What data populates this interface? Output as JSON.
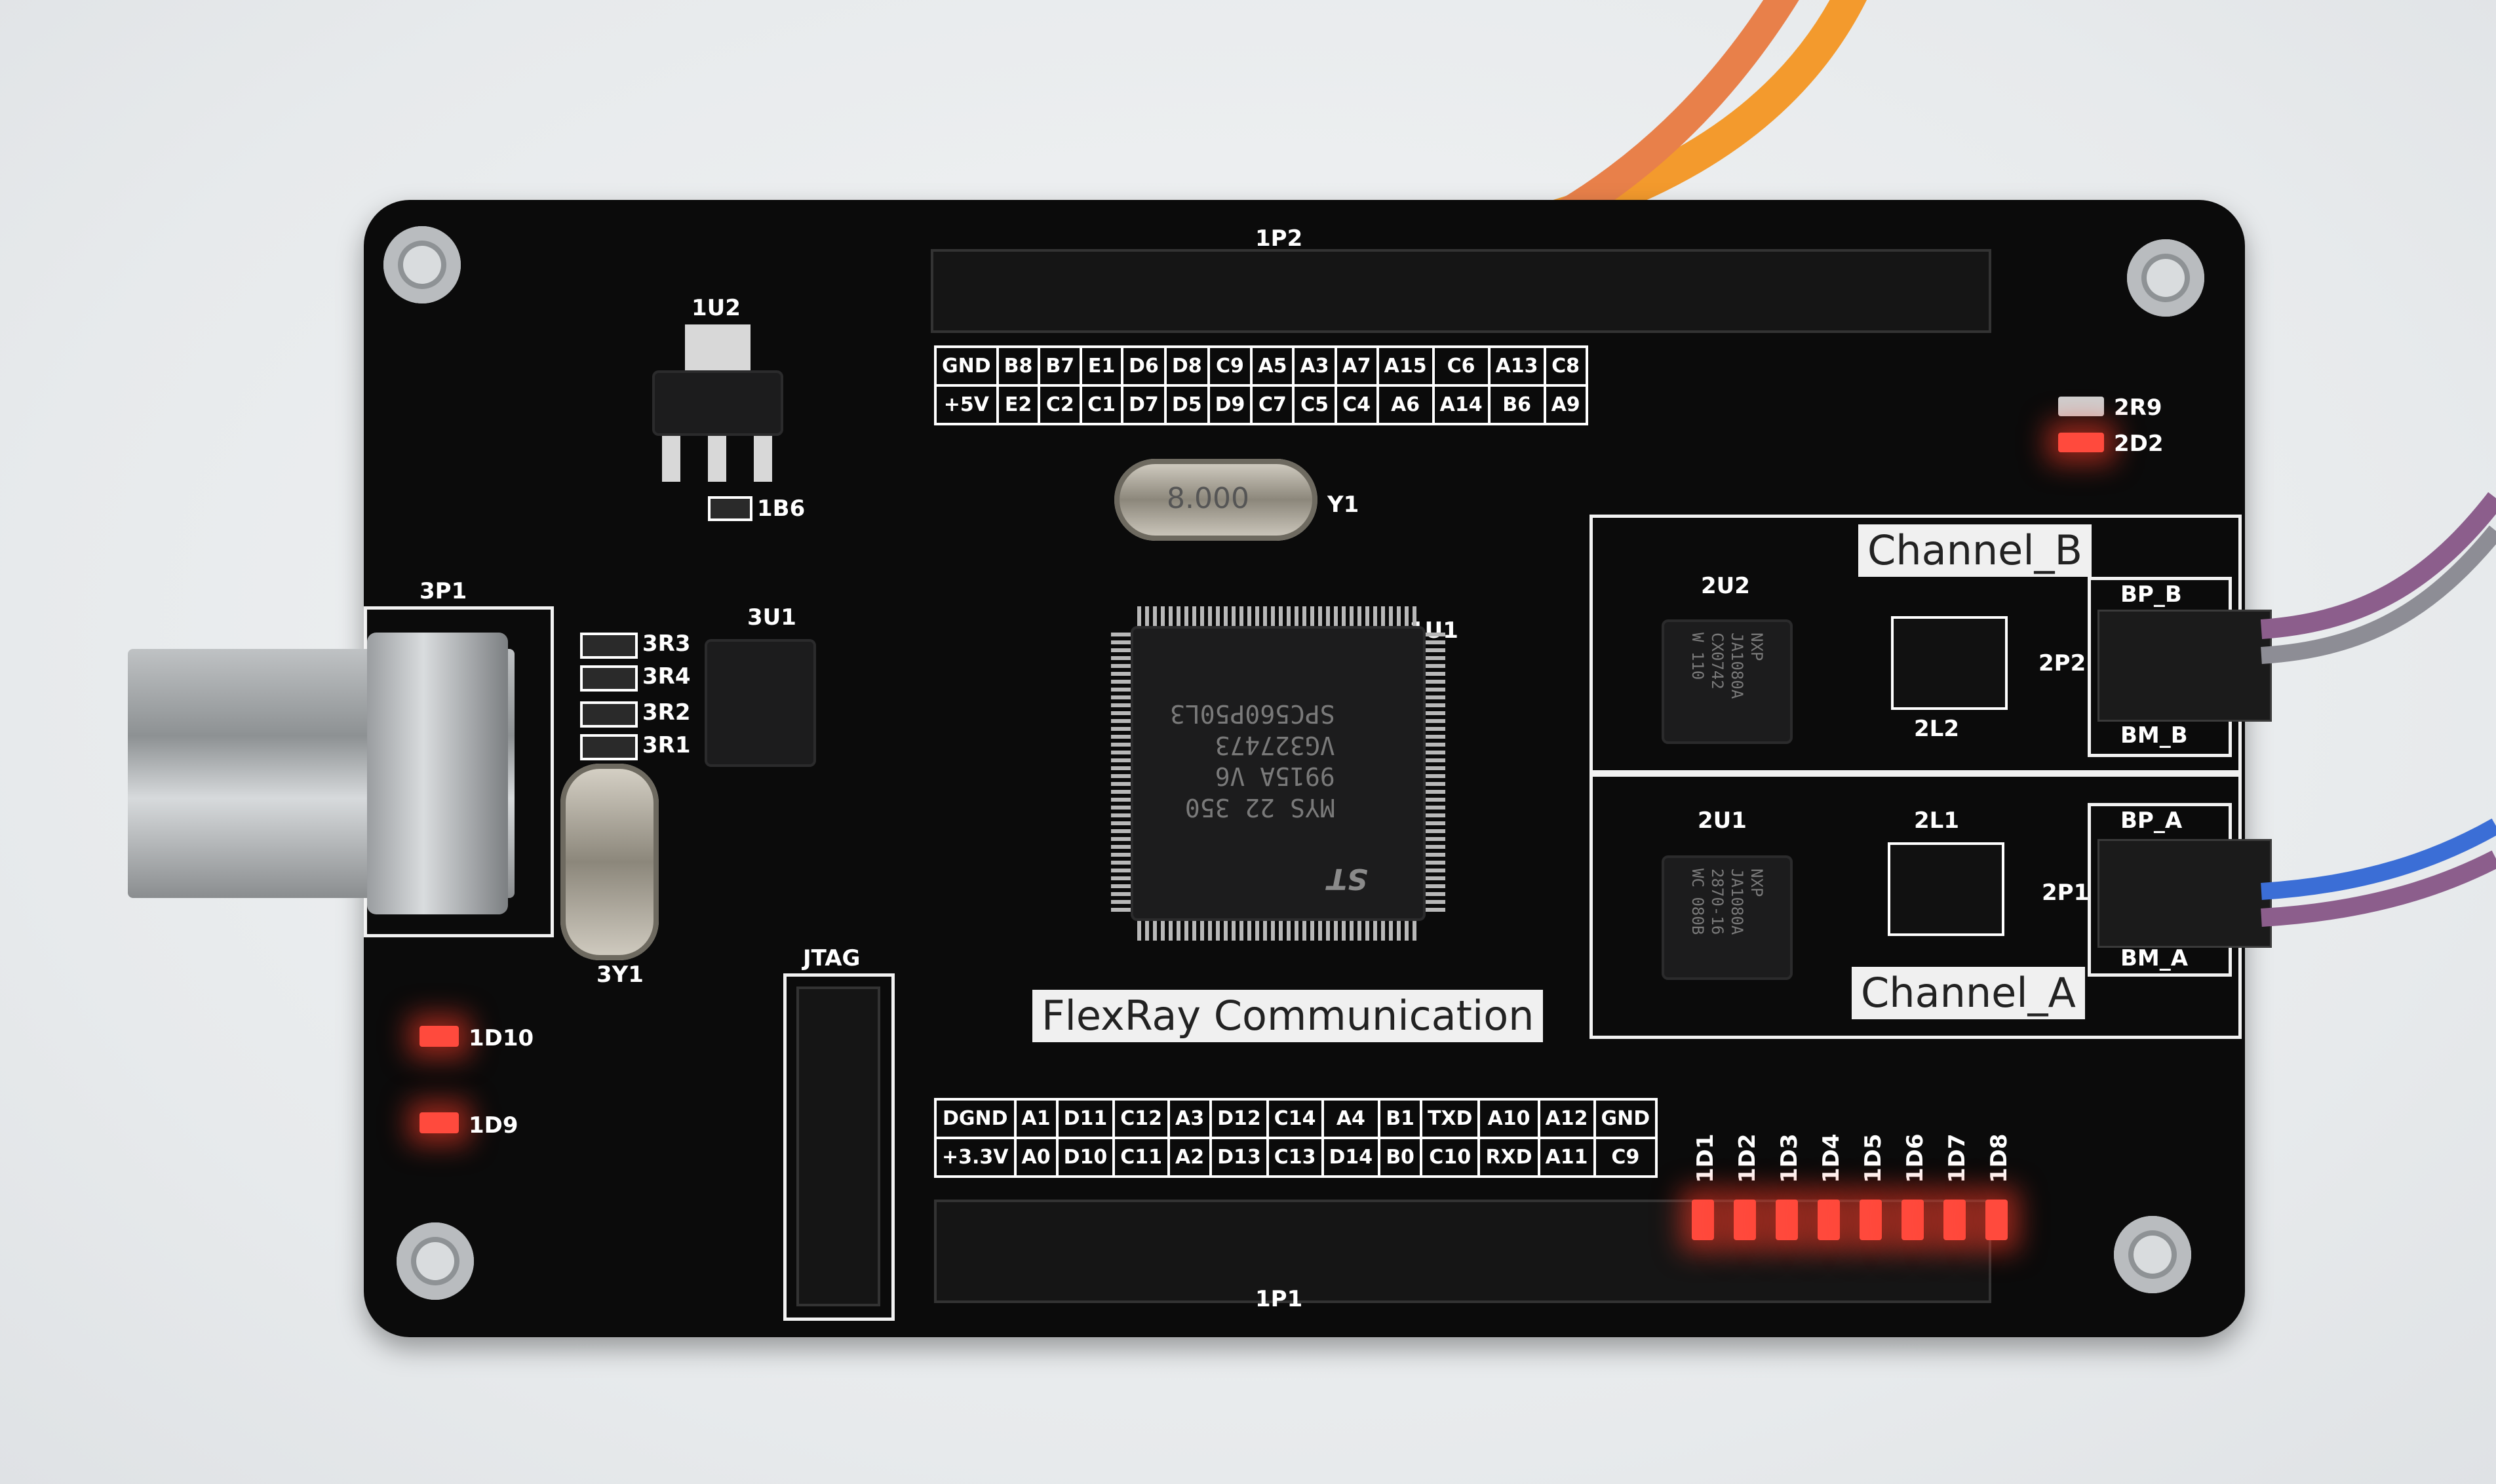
{
  "board": {
    "title": "FlexRay Communication",
    "channel_b": "Channel_B",
    "channel_a": "Channel_A",
    "crystal_main": "8.000",
    "labels": {
      "p2": "1P2",
      "u2": "1U2",
      "b6": "1B6",
      "y1": "Y1",
      "u1": "1U1",
      "p1_usb": "3P1",
      "u3": "3U1",
      "r3": "3R3",
      "r4": "3R4",
      "r2": "3R2",
      "r1": "3R1",
      "y3": "3Y1",
      "jtag": "JTAG",
      "d10": "1D10",
      "d9": "1D9",
      "p1": "1P1",
      "u2b": "2U2",
      "l2": "2L2",
      "p2b": "2P2",
      "u1b": "2U1",
      "l1": "2L1",
      "p1b": "2P1",
      "r9": "2R9",
      "d2": "2D2",
      "bp_b": "BP_B",
      "bm_b": "BM_B",
      "bp_a": "BP_A",
      "bm_a": "BM_A"
    },
    "top_header_row1": [
      "GND",
      "B8",
      "B7",
      "E1",
      "D6",
      "D8",
      "C9",
      "A5",
      "A3",
      "A7",
      "A15",
      "C6",
      "A13",
      "C8"
    ],
    "top_header_row2": [
      "+5V",
      "E2",
      "C2",
      "C1",
      "D7",
      "D5",
      "D9",
      "C7",
      "C5",
      "C4",
      "A6",
      "A14",
      "B6",
      "A9"
    ],
    "bottom_header_row1": [
      "DGND",
      "A1",
      "D11",
      "C12",
      "A3",
      "D12",
      "C14",
      "A4",
      "B1",
      "TXD",
      "A10",
      "A12",
      "GND"
    ],
    "bottom_header_row2": [
      "+3.3V",
      "A0",
      "D10",
      "C11",
      "A2",
      "D13",
      "C13",
      "D14",
      "B0",
      "C10",
      "RXD",
      "A11",
      "C9"
    ],
    "led_labels": [
      "1D1",
      "1D2",
      "1D3",
      "1D4",
      "1D5",
      "1D6",
      "1D7",
      "1D8"
    ],
    "mcu_text": [
      "SPC560P50L3",
      "VG327473",
      "9915A V6",
      "MYS 22 350"
    ],
    "mcu_brand": "ST",
    "transceiver_b_text": [
      "NXP",
      "JA1080A",
      "CX0742",
      "W 110"
    ],
    "transceiver_a_text": [
      "NXP",
      "JA1080A",
      "2870-16",
      "WC 080B"
    ]
  }
}
